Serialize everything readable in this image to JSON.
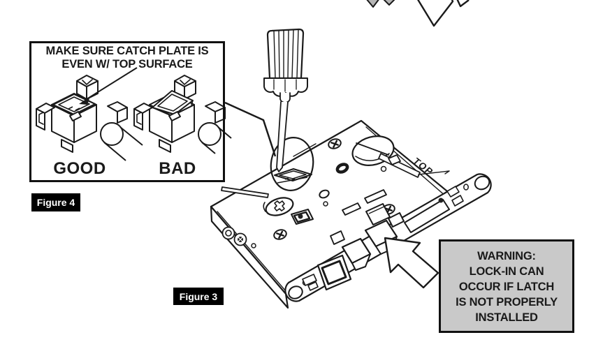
{
  "figure_labels": {
    "figure3": "Figure 3",
    "figure4": "Figure 4"
  },
  "inset": {
    "title_line1": "MAKE SURE CATCH PLATE IS",
    "title_line2": "EVEN W/ TOP SURFACE",
    "good_label": "GOOD",
    "bad_label": "BAD"
  },
  "warning": {
    "lines": [
      "WARNING:",
      "LOCK-IN CAN",
      "OCCUR IF LATCH",
      "IS NOT PROPERLY",
      "INSTALLED"
    ]
  },
  "lock_diagram": {
    "top_label": "TOP"
  },
  "colors": {
    "line_color": "#1a1a1a",
    "warning_bg": "#c9c9c9",
    "figure_label_bg": "#000000",
    "figure_label_text": "#ffffff",
    "shaded_part": "#b5b5b5"
  }
}
